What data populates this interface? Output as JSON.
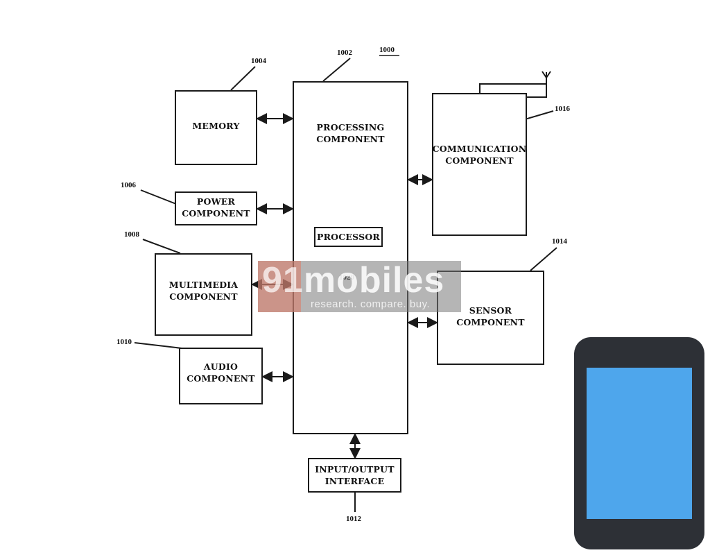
{
  "figure_ref": "1000",
  "components": {
    "memory": {
      "label": "MEMORY",
      "ref": "1004"
    },
    "power": {
      "label_line1": "POWER",
      "label_line2": "COMPONENT",
      "ref": "1006"
    },
    "multimedia": {
      "label_line1": "MULTIMEDIA",
      "label_line2": "COMPONENT",
      "ref": "1008"
    },
    "audio": {
      "label_line1": "AUDIO",
      "label_line2": "COMPONENT",
      "ref": "1010"
    },
    "processing": {
      "label_line1": "PROCESSING",
      "label_line2": "COMPONENT",
      "ref": "1002"
    },
    "processor": {
      "label": "PROCESSOR",
      "ref": "1020"
    },
    "communication": {
      "label_line1": "COMMUNICATION",
      "label_line2": "COMPONENT",
      "ref": "1016"
    },
    "sensor": {
      "label_line1": "SENSOR",
      "label_line2": "COMPONENT",
      "ref": "1014"
    },
    "io": {
      "label_line1": "INPUT/OUTPUT",
      "label_line2": "INTERFACE",
      "ref": "1012"
    }
  },
  "watermark": {
    "brand": "mobiles",
    "prefix": "91",
    "tagline": "research. compare. buy."
  },
  "colors": {
    "phone_body": "#2d3036",
    "phone_screen": "#4ea6ec",
    "line": "#1a1a1a"
  }
}
